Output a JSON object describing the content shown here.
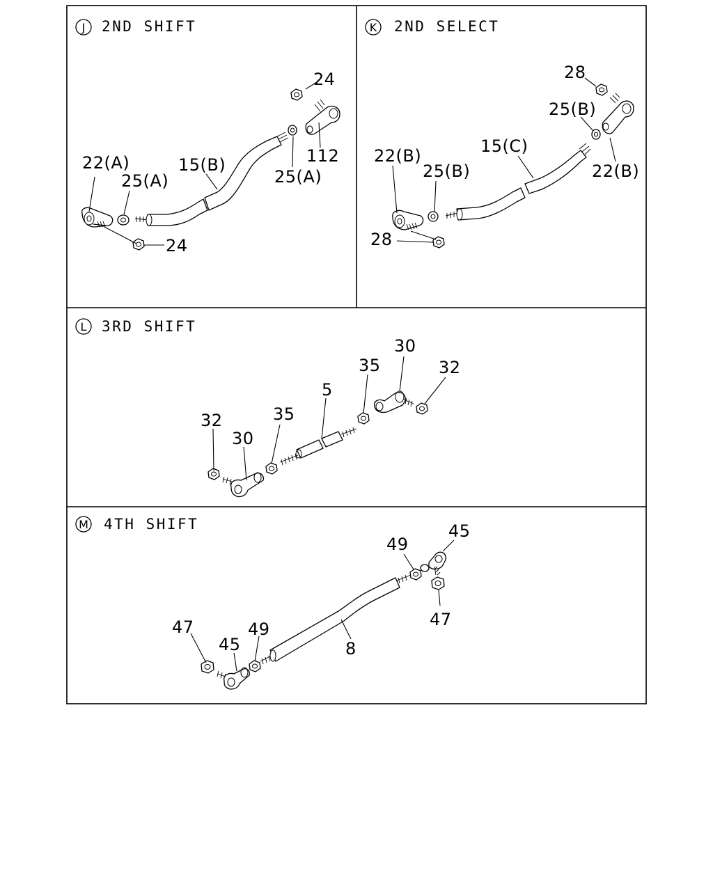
{
  "panels": [
    {
      "badge": "J",
      "title": "2ND SHIFT",
      "callouts": [
        "24",
        "112",
        "25(A)",
        "15(B)",
        "22(A)",
        "25(A)",
        "24"
      ]
    },
    {
      "badge": "K",
      "title": "2ND SELECT",
      "callouts": [
        "28",
        "25(B)",
        "15(C)",
        "22(B)",
        "25(B)",
        "22(B)",
        "28"
      ]
    },
    {
      "badge": "L",
      "title": "3RD SHIFT",
      "callouts": [
        "30",
        "32",
        "35",
        "5",
        "32",
        "35",
        "30"
      ]
    },
    {
      "badge": "M",
      "title": "4TH SHIFT",
      "callouts": [
        "49",
        "45",
        "47",
        "8",
        "47",
        "45",
        "49"
      ]
    }
  ]
}
